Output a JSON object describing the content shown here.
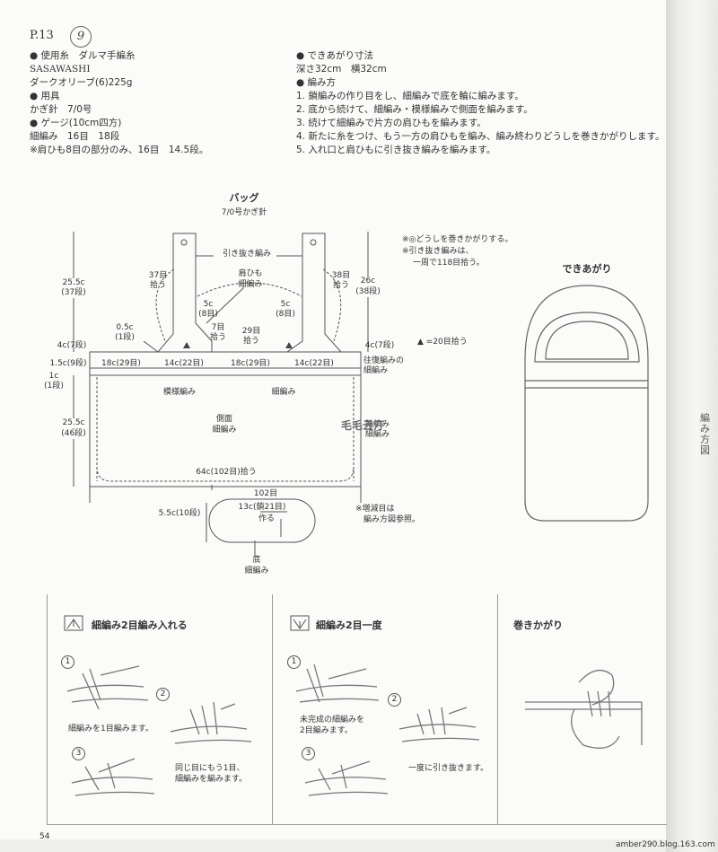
{
  "header": {
    "page_ref": "P.13",
    "pattern_number": "9"
  },
  "materials": {
    "yarn_heading": "● 使用糸　ダルマ手編糸",
    "yarn_name": "SASAWASHI",
    "yarn_color": "ダークオリーブ(6)225g",
    "tools_heading": "● 用具",
    "tools": "かぎ針　7/0号",
    "gauge_heading": "● ゲージ(10cm四方)",
    "gauge": "細編み　16目　18段",
    "gauge_note": "※肩ひも8目の部分のみ、16目　14.5段。"
  },
  "finished": {
    "heading": "● できあがり寸法",
    "size": "深さ32cm　横32cm",
    "method_heading": "● 編み方",
    "steps": [
      "1. 鎖編みの作り目をし、細編みで底を輪に編みます。",
      "2. 底から続けて、細編み・模様編みで側面を編みます。",
      "3. 続けて細編みで片方の肩ひもを編みます。",
      "4. 新たに糸をつけ、もう一方の肩ひもを編み、編み終わりどうしを巻きかがりします。",
      "5. 入れ口と肩ひもに引き抜き編みを編みます。"
    ]
  },
  "diagram": {
    "title": "バッグ",
    "hook": "7/0号かぎ針",
    "slip_stitch": "引き抜き編み",
    "strap_label": "肩ひも",
    "strap_stitch": "細編み",
    "pick37": "37目",
    "pick38": "38目",
    "pick_suffix": "拾う",
    "left_strap_h": "25.5c",
    "left_strap_rows": "(37段)",
    "right_strap_h": "26c",
    "right_strap_rows": "(38段)",
    "five_c": "5c",
    "eight_st": "(8目)",
    "seven_st": "7目",
    "twentynine_st": "29目",
    "half_c": "0.5c",
    "one_row": "(1段)",
    "four_c_left": "4c(7段)",
    "four_c_right": "4c(7段)",
    "seg1": "18c(29目)",
    "seg2": "14c(22目)",
    "seg3": "18c(29目)",
    "seg4": "14c(22目)",
    "one5_c": "1.5c(9段)",
    "one_c": "1c",
    "pattern_stitch": "模様編み",
    "sc_label": "細編み",
    "round_trip": "往復編みの",
    "round_trip2": "細編み",
    "side_label": "側面",
    "side_stitch": "細編み",
    "ring_stitch": "輪編み",
    "ring_stitch2": "細編み",
    "side_h": "25.5c",
    "side_rows": "(46段)",
    "bottom_width": "64c(102目)拾う",
    "base_st": "102目",
    "chain_label": "13c(鎖21目)",
    "make_label": "作る",
    "base_h": "5.5c(10段)",
    "base_label": "底",
    "base_stitch": "細編み",
    "note_sew": "※◎どうしを巻きかがりする。",
    "note_slip": "※引き抜き編みは、",
    "note_slip2": "一周で118目拾う。",
    "legend_pick": "▲ =20目拾う",
    "note_incdec": "※増減目は",
    "note_incdec2": "編み方図参照。",
    "finished_title": "できあがり",
    "watermark": "毛毛云汀"
  },
  "techniques": [
    {
      "title": "細編み2目編み入れる",
      "s1": "1",
      "c1": "細編みを1目編みます。",
      "s2": "2",
      "s3": "3",
      "c3a": "同じ目にもう1目、",
      "c3b": "細編みを編みます。"
    },
    {
      "title": "細編み2目一度",
      "s1": "1",
      "c1a": "未完成の細編みを",
      "c1b": "2目編みます。",
      "s2": "2",
      "s3": "3",
      "c3": "一度に引き抜きます。"
    },
    {
      "title": "巻きかがり"
    }
  ],
  "footer": {
    "page_number": "54",
    "url": "amber290.blog.163.com",
    "spine": "編み方図"
  }
}
